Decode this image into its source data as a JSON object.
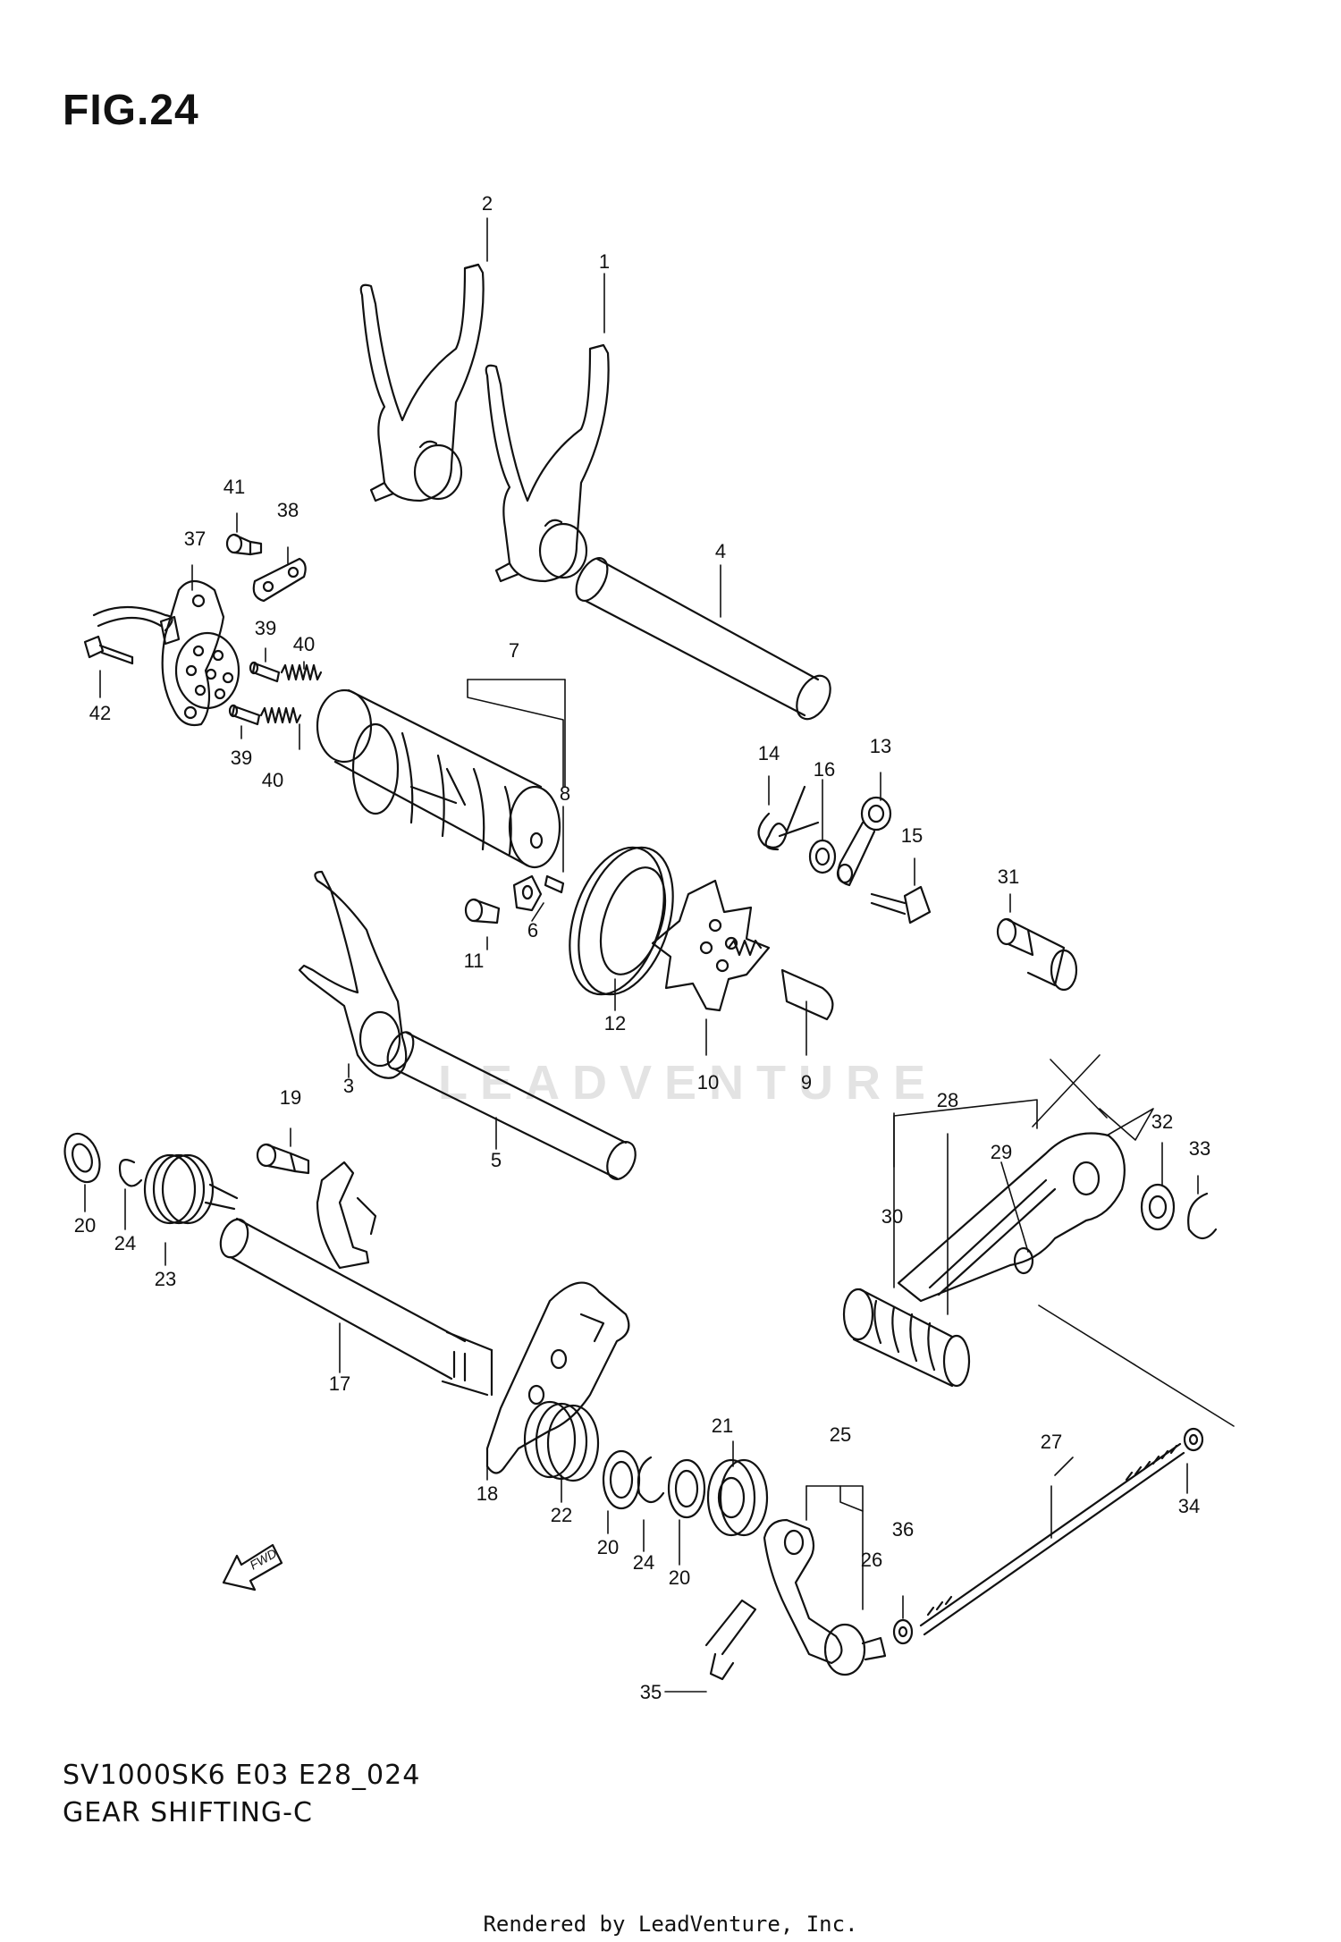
{
  "figure": {
    "title": "FIG.24",
    "model_code": "SV1000SK6 E03 E28_024",
    "diagram_name": "GEAR SHIFTING-C",
    "render_credit": "Rendered by LeadVenture, Inc.",
    "watermark": "LEADVENTURE",
    "fwd_label": "FWD"
  },
  "callouts": [
    {
      "id": "1",
      "label": "1"
    },
    {
      "id": "2",
      "label": "2"
    },
    {
      "id": "3",
      "label": "3"
    },
    {
      "id": "4",
      "label": "4"
    },
    {
      "id": "5",
      "label": "5"
    },
    {
      "id": "6",
      "label": "6"
    },
    {
      "id": "7",
      "label": "7"
    },
    {
      "id": "8",
      "label": "8"
    },
    {
      "id": "9",
      "label": "9"
    },
    {
      "id": "10",
      "label": "10"
    },
    {
      "id": "11",
      "label": "11"
    },
    {
      "id": "12",
      "label": "12"
    },
    {
      "id": "13",
      "label": "13"
    },
    {
      "id": "14",
      "label": "14"
    },
    {
      "id": "15",
      "label": "15"
    },
    {
      "id": "16",
      "label": "16"
    },
    {
      "id": "17",
      "label": "17"
    },
    {
      "id": "18",
      "label": "18"
    },
    {
      "id": "19",
      "label": "19"
    },
    {
      "id": "20",
      "label": "20"
    },
    {
      "id": "21",
      "label": "21"
    },
    {
      "id": "22",
      "label": "22"
    },
    {
      "id": "23",
      "label": "23"
    },
    {
      "id": "24",
      "label": "24"
    },
    {
      "id": "25",
      "label": "25"
    },
    {
      "id": "26",
      "label": "26"
    },
    {
      "id": "27",
      "label": "27"
    },
    {
      "id": "28",
      "label": "28"
    },
    {
      "id": "29",
      "label": "29"
    },
    {
      "id": "30",
      "label": "30"
    },
    {
      "id": "31",
      "label": "31"
    },
    {
      "id": "32",
      "label": "32"
    },
    {
      "id": "33",
      "label": "33"
    },
    {
      "id": "34",
      "label": "34"
    },
    {
      "id": "35",
      "label": "35"
    },
    {
      "id": "36",
      "label": "36"
    },
    {
      "id": "37",
      "label": "37"
    },
    {
      "id": "38",
      "label": "38"
    },
    {
      "id": "39",
      "label": "39"
    },
    {
      "id": "40",
      "label": "40"
    },
    {
      "id": "41",
      "label": "41"
    },
    {
      "id": "42",
      "label": "42"
    }
  ]
}
